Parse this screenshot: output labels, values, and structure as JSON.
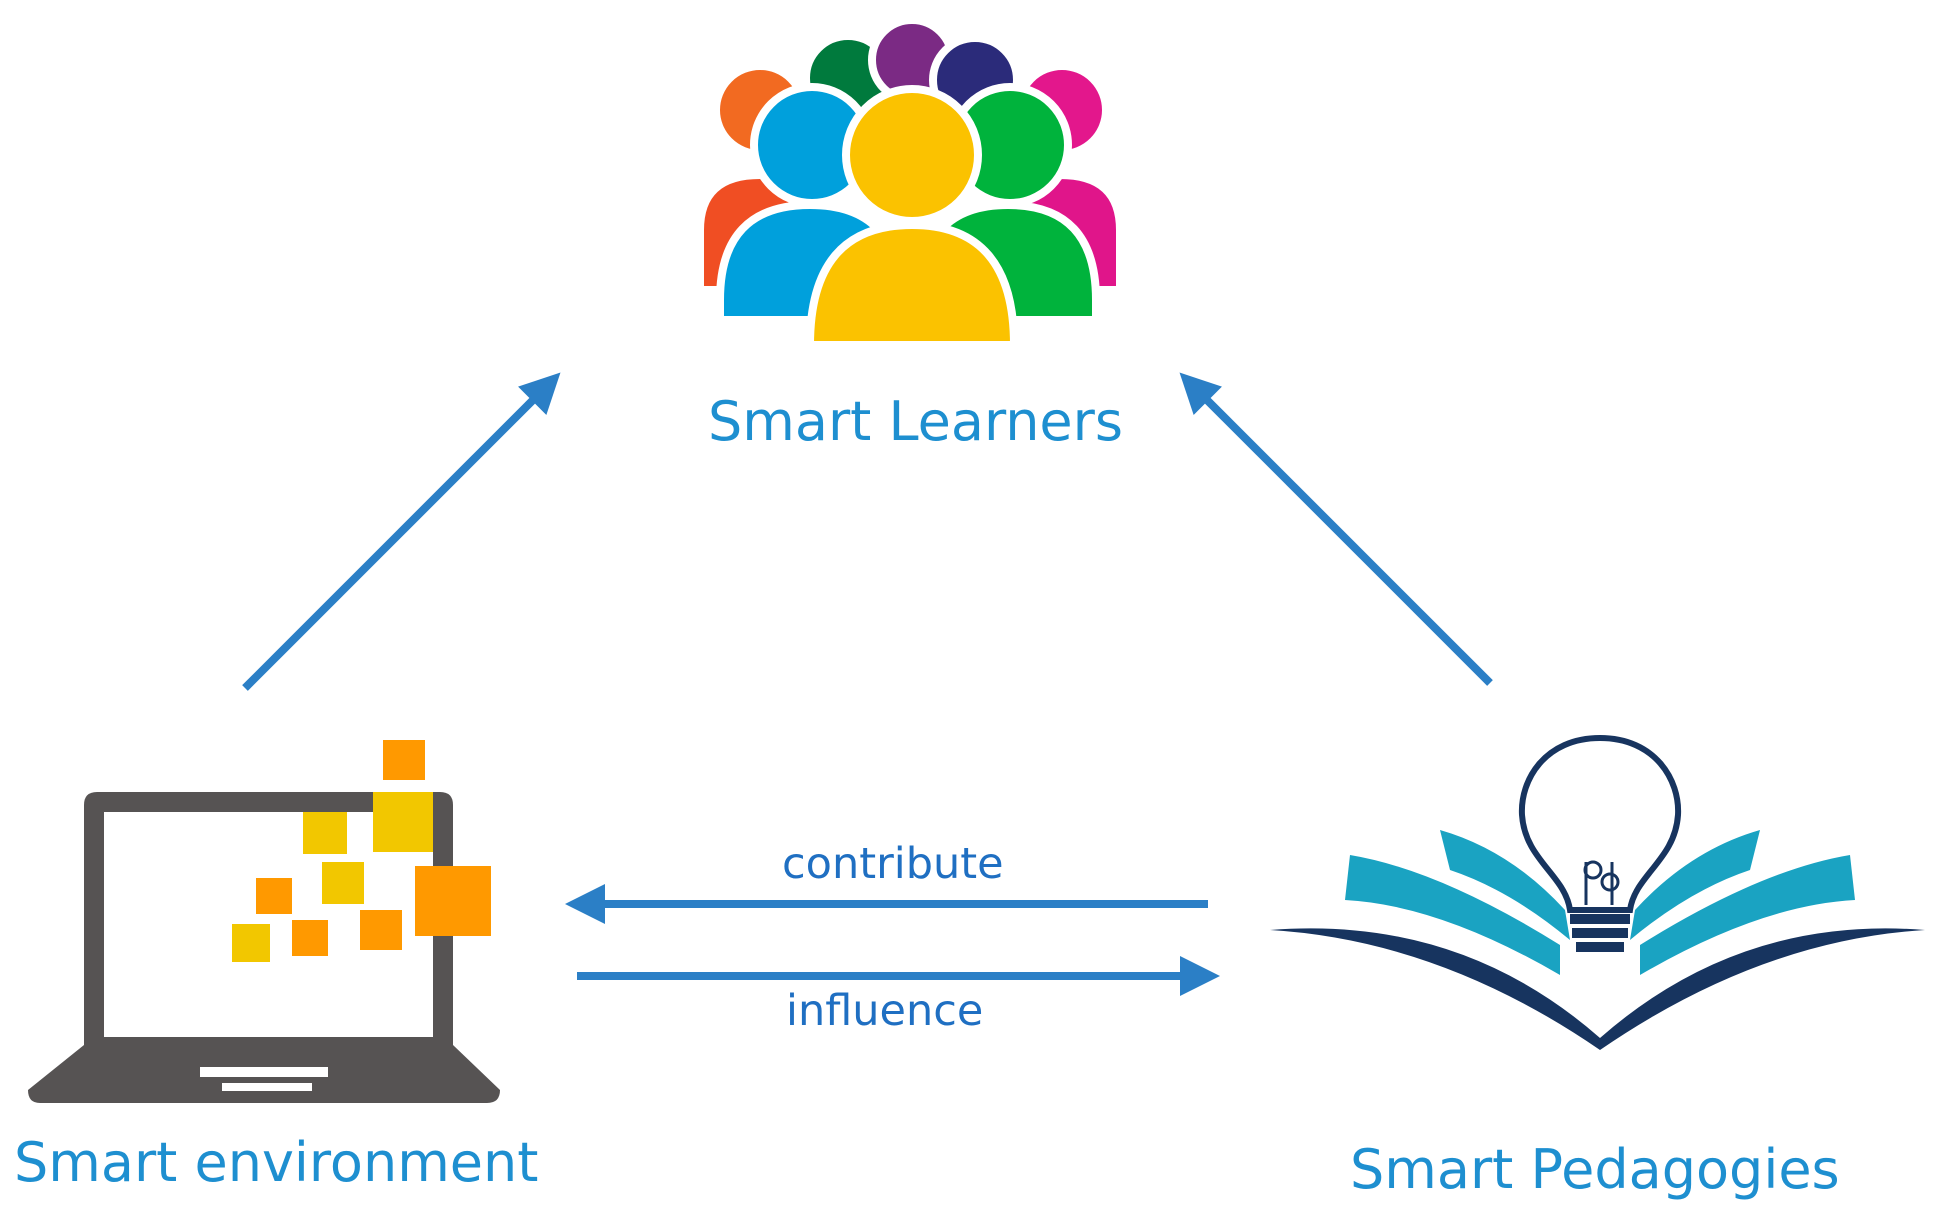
{
  "nodes": {
    "learners": {
      "label": "Smart Learners",
      "icon": "people-group-icon"
    },
    "environment": {
      "label": "Smart environment",
      "icon": "laptop-icon"
    },
    "pedagogies": {
      "label": "Smart Pedagogies",
      "icon": "book-lightbulb-icon"
    }
  },
  "edges": {
    "contribute": {
      "label": "contribute",
      "from": "Smart Pedagogies",
      "to": "Smart environment"
    },
    "influence": {
      "label": "influence",
      "from": "Smart environment",
      "to": "Smart Pedagogies"
    }
  },
  "colors": {
    "label": "#1e8fd0",
    "arrow": "#2b7fc6",
    "edge_label": "#1f6fc2",
    "laptop": "#565353",
    "book_dark": "#17345f",
    "book_teal": "#1aa3c2"
  }
}
